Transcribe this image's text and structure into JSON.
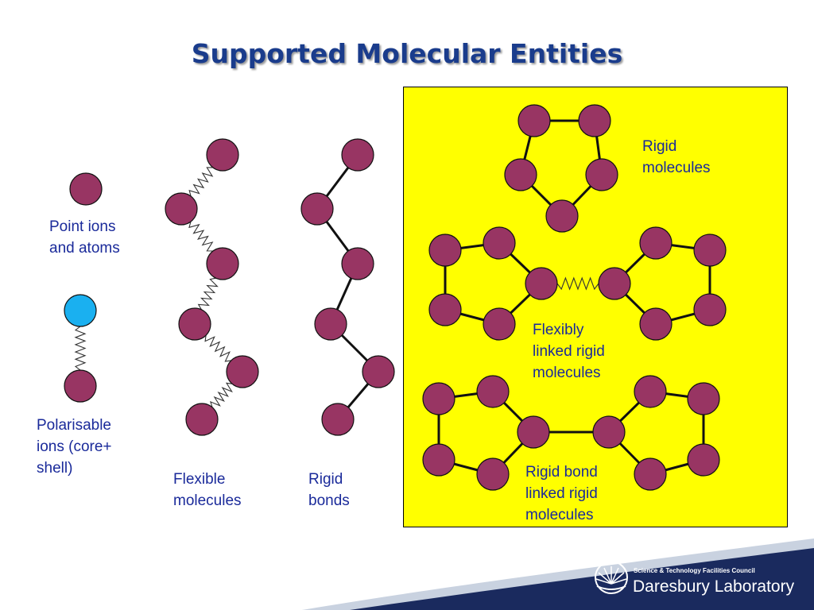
{
  "slide": {
    "title": "Supported Molecular Entities",
    "labels": {
      "point_ions": "Point ions\nand atoms",
      "polarisable": "Polarisable\nions (core+\nshell)",
      "flexible": "Flexible\nmolecules",
      "rigid_bonds": "Rigid\nbonds",
      "rigid_molecules": "Rigid\nmolecules",
      "flexibly_linked": "Flexibly\nlinked rigid\nmolecules",
      "rigid_bond_linked": "Rigid bond\nlinked rigid\nmolecules"
    }
  },
  "footer": {
    "council": "Science & Technology Facilities Council",
    "lab": "Daresbury Laboratory"
  },
  "colors": {
    "atom": "#983563",
    "core_shell": "#1ab0f0",
    "highlight": "#ffff00",
    "title": "#1a3c8c",
    "label": "#1a2a9a",
    "footer_band": "#1a2a5e"
  }
}
